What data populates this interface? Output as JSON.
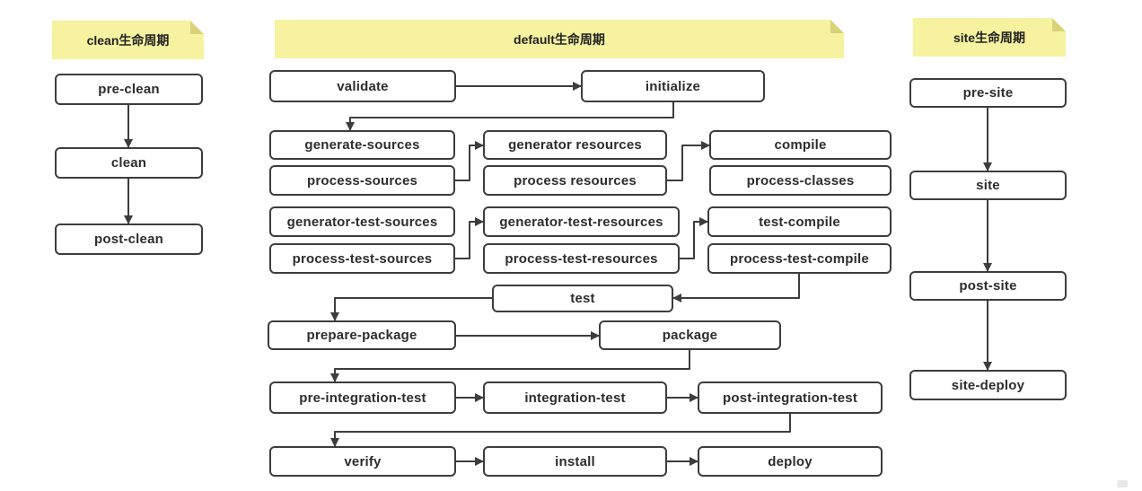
{
  "diagram": {
    "title": "Maven lifecycle phases diagram",
    "colors": {
      "note_fill": "#f6f2a0",
      "note_fold": "#d8d278",
      "box_border": "#3d3d3d",
      "box_fill": "#ffffff",
      "arrow": "#3d3d3d",
      "text": "#2d2d2d",
      "background": "#ffffff"
    },
    "lifecycles": [
      {
        "id": "clean",
        "title": "clean生命周期",
        "nodes": [
          {
            "id": "pre-clean",
            "label": "pre-clean"
          },
          {
            "id": "clean",
            "label": "clean"
          },
          {
            "id": "post-clean",
            "label": "post-clean"
          }
        ]
      },
      {
        "id": "default",
        "title": "default生命周期",
        "nodes": [
          {
            "id": "validate",
            "label": "validate"
          },
          {
            "id": "initialize",
            "label": "initialize"
          },
          {
            "id": "generate-sources",
            "label": "generate-sources"
          },
          {
            "id": "process-sources",
            "label": "process-sources"
          },
          {
            "id": "generator-resources",
            "label": "generator resources"
          },
          {
            "id": "process-resources",
            "label": "process resources"
          },
          {
            "id": "compile",
            "label": "compile"
          },
          {
            "id": "process-classes",
            "label": "process-classes"
          },
          {
            "id": "generator-test-sources",
            "label": "generator-test-sources"
          },
          {
            "id": "process-test-sources",
            "label": "process-test-sources"
          },
          {
            "id": "generator-test-resources",
            "label": "generator-test-resources"
          },
          {
            "id": "process-test-resources",
            "label": "process-test-resources"
          },
          {
            "id": "test-compile",
            "label": "test-compile"
          },
          {
            "id": "process-test-compile",
            "label": "process-test-compile"
          },
          {
            "id": "test",
            "label": "test"
          },
          {
            "id": "prepare-package",
            "label": "prepare-package"
          },
          {
            "id": "package",
            "label": "package"
          },
          {
            "id": "pre-integration-test",
            "label": "pre-integration-test"
          },
          {
            "id": "integration-test",
            "label": "integration-test"
          },
          {
            "id": "post-integration-test",
            "label": "post-integration-test"
          },
          {
            "id": "verify",
            "label": "verify"
          },
          {
            "id": "install",
            "label": "install"
          },
          {
            "id": "deploy",
            "label": "deploy"
          }
        ]
      },
      {
        "id": "site",
        "title": "site生命周期",
        "nodes": [
          {
            "id": "pre-site",
            "label": "pre-site"
          },
          {
            "id": "site",
            "label": "site"
          },
          {
            "id": "post-site",
            "label": "post-site"
          },
          {
            "id": "site-deploy",
            "label": "site-deploy"
          }
        ]
      }
    ],
    "edges": [
      {
        "from": "pre-clean",
        "to": "clean"
      },
      {
        "from": "clean",
        "to": "post-clean"
      },
      {
        "from": "validate",
        "to": "initialize"
      },
      {
        "from": "initialize",
        "to": "generate-sources"
      },
      {
        "from": "process-sources",
        "to": "generator-resources"
      },
      {
        "from": "process-resources",
        "to": "compile"
      },
      {
        "from": "process-test-sources",
        "to": "generator-test-resources"
      },
      {
        "from": "process-test-resources",
        "to": "test-compile"
      },
      {
        "from": "process-test-compile",
        "to": "test"
      },
      {
        "from": "test",
        "to": "prepare-package"
      },
      {
        "from": "prepare-package",
        "to": "package"
      },
      {
        "from": "package",
        "to": "pre-integration-test"
      },
      {
        "from": "pre-integration-test",
        "to": "integration-test"
      },
      {
        "from": "integration-test",
        "to": "post-integration-test"
      },
      {
        "from": "post-integration-test",
        "to": "verify"
      },
      {
        "from": "verify",
        "to": "install"
      },
      {
        "from": "install",
        "to": "deploy"
      },
      {
        "from": "pre-site",
        "to": "site"
      },
      {
        "from": "site",
        "to": "post-site"
      },
      {
        "from": "post-site",
        "to": "site-deploy"
      }
    ]
  }
}
